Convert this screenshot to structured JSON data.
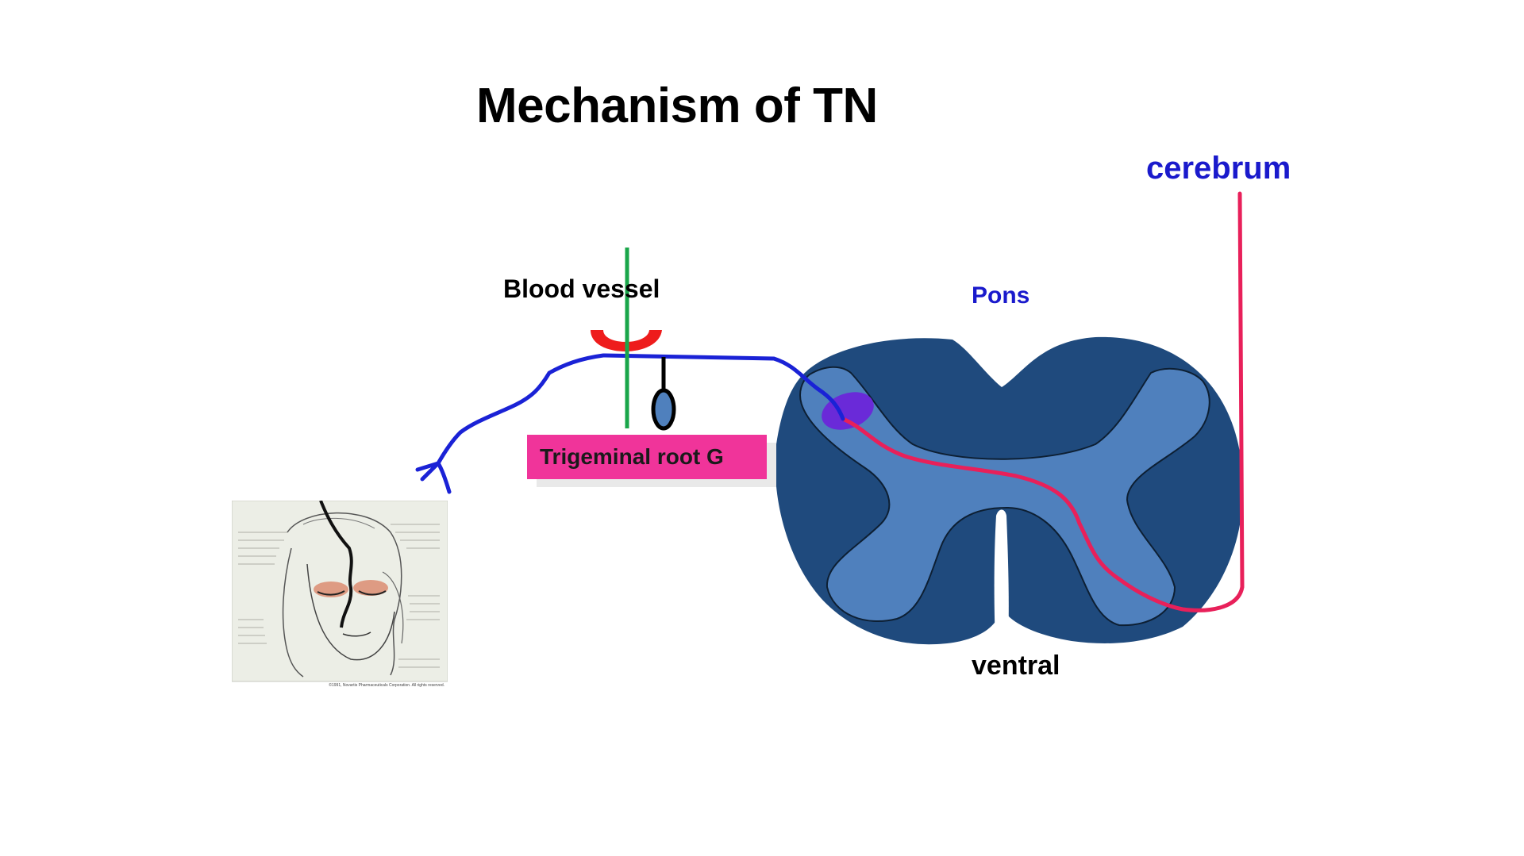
{
  "slide": {
    "title": "Mechanism of TN"
  },
  "labels": {
    "cerebrum": "cerebrum",
    "pons": "Pons",
    "blood_vessel": "Blood vessel",
    "trigeminal": "Trigeminal root G",
    "ventral": "ventral"
  },
  "patient_image": {
    "copyright": "©1991, Novartis Pharmaceuticals Corporation. All rights reserved."
  },
  "colors": {
    "label_blue": "#1a1acc",
    "nerve_blue": "#1a22d6",
    "pain_pathway": "#e8205a",
    "vessel_red": "#ee1c1c",
    "vessel_green": "#1aa64a",
    "pons_dark": "#1f4a7d",
    "pons_light": "#4f80bd",
    "compression_purple": "#6a2ad8",
    "trigeminal_box": "#f0349a",
    "ganglion_fill": "#4f80bd"
  }
}
